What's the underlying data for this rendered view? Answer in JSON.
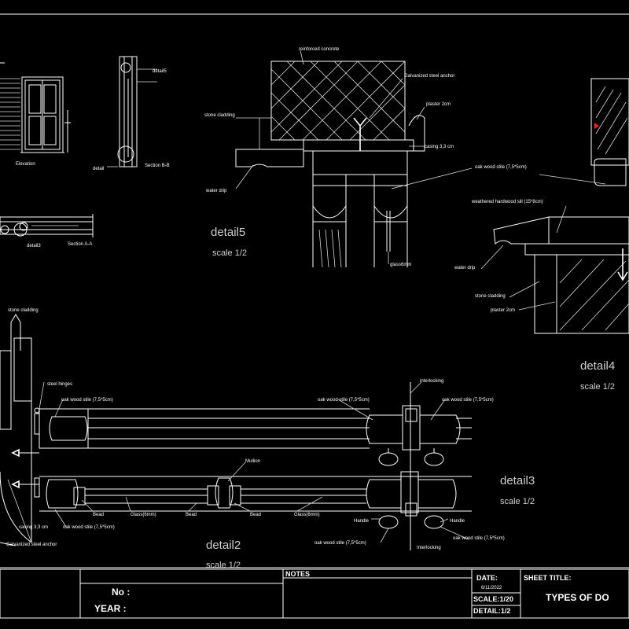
{
  "colors": {
    "background": "#000000",
    "line": "#ffffff",
    "accent_red": "#ff2020"
  },
  "labels": {
    "elevation": "Elevation",
    "section_bb": "Section B-B",
    "section_aa": "Section A-A",
    "detail_small_1": "detail",
    "detail_small_2": "detail5",
    "detail_small_3": "detail3",
    "reinforced_concrete": "reinforced concrete",
    "galvanized_anchor_top": "Galvanized steel anchor",
    "plaster_top": "plaster 2cm",
    "stone_cladding_top": "stone cladding",
    "casing_top": "casing 3,3 cm",
    "water_drip_top": "water drip",
    "oak_stile_d5": "oak wood stile (7,5*5cm)",
    "weathered_sill": "weathered hardwood sill (15*8cm)",
    "glass_d5": "glass6mm",
    "water_drip_right": "water drip",
    "stone_cladding_right": "stone cladding",
    "plaster_right": "plaster 2cm",
    "stone_cladding_left": "stone cladding",
    "steel_hinges": "steel hinges",
    "oak_stile_d2_top": "oak wood stile (7,5*5cm)",
    "oak_stile_d3_top_left": "oak wood stile (7,5*5cm)",
    "interlocking_top": "interlocking",
    "oak_stile_d3_top_right": "oak wood stile (7,5*5cm)",
    "mullion": "Mullion",
    "bead_1": "Bead",
    "glass_1": "Glass(6mm)",
    "bead_2": "Bead",
    "bead_3": "Bead",
    "glass_2": "Glass(6mm)",
    "handle_left": "Handle",
    "handle_right": "Handle",
    "casing_bottom": "casing 3,3 cm",
    "oak_stile_d2_bottom": "oak wood stile (7,5*5cm)",
    "galvanized_anchor_bottom": "Galvanized steel anchor",
    "oak_stile_d3_bottom_left": "oak wood stile (7,5*5cm)",
    "interlocking_bottom": "Interlocking",
    "oak_stile_d3_bottom_right": "oak wood stile (7,5*5cm)"
  },
  "details": {
    "detail5": {
      "title": "detail5",
      "scale": "scale 1/2"
    },
    "detail4": {
      "title": "detail4",
      "scale": "scale 1/2"
    },
    "detail3": {
      "title": "detail3",
      "scale": "scale 1/2"
    },
    "detail2": {
      "title": "detail2",
      "scale": "scale 1/2"
    }
  },
  "title_block": {
    "notes": "NOTES",
    "no_label": "No :",
    "year_label": "YEAR :",
    "date_label": "DATE:",
    "date_value": "6/11/2022",
    "scale_label": "SCALE:1/20",
    "detail_label": "DETAIL:1/2",
    "sheet_title_label": "SHEET TITLE:",
    "sheet_title_value": "TYPES OF DO"
  }
}
